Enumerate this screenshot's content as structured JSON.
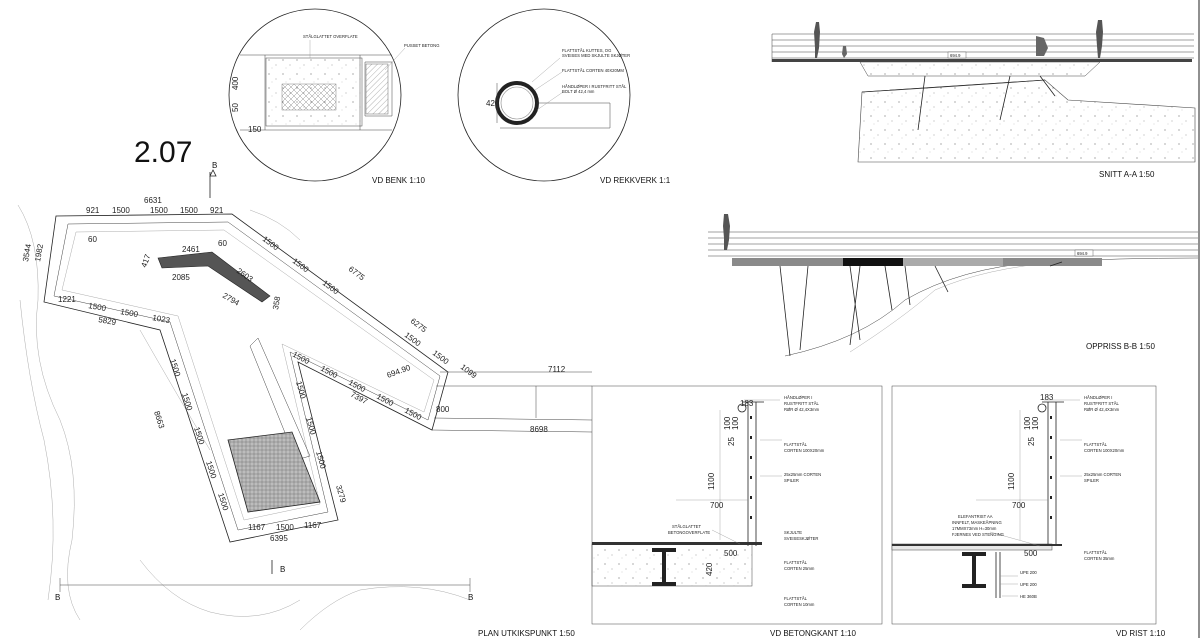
{
  "sheet": {
    "number": "2.07",
    "page_border_color": "#222222"
  },
  "views": {
    "benk": {
      "title": "VD BENK 1:10",
      "notes": [
        "STÅLGLATTET OVERFLATE",
        "PUSSET BETONG"
      ],
      "dims": [
        "400",
        "50",
        "150"
      ]
    },
    "rekkverk": {
      "title": "VD REKKVERK 1:1",
      "notes": [
        "FLATTSTÅL KUTTES, OG",
        "SVEISES MED SKJULTE SKJØTER",
        "FLATTSTÅL CORTEN 40X20MM",
        "HÅNDLØPER I RUSTFRITT STÅL",
        "BOLT Ø 42,4 mm"
      ],
      "dims": [
        "42"
      ]
    },
    "snitt": {
      "title": "SNITT A-A 1:50",
      "tag": "694.9"
    },
    "oppriss": {
      "title": "OPPRISS B-B 1:50",
      "tag": "694.9"
    },
    "plan": {
      "title": "PLAN UTKIKSPUNKT 1:50",
      "section_marker": "B",
      "elevation": "694.90",
      "dims": {
        "total_top": "6631",
        "top_row": [
          "921",
          "1500",
          "1500",
          "1500",
          "921"
        ],
        "left": [
          "3544",
          "1982"
        ],
        "bench_top": "2461",
        "bench_w": "2085",
        "bench_r": "2794",
        "bench_d": "2603",
        "bench_h": "417",
        "mid_left_row": [
          "1221",
          "1500",
          "1500",
          "1023"
        ],
        "mid_left_total": "5829",
        "right_diag": [
          "1500",
          "1500",
          "1500",
          "6775",
          "6275",
          "1500",
          "1500",
          "1099"
        ],
        "inner_diag": [
          "1500",
          "1500",
          "1500",
          "1500",
          "1500",
          "7397",
          "800"
        ],
        "left_arm": [
          "1500",
          "1500",
          "1500",
          "1500",
          "1500",
          "8663"
        ],
        "bottom_row": [
          "1167",
          "1500",
          "1167"
        ],
        "bottom_total": "6395",
        "right_arm": [
          "1500",
          "1500",
          "1500",
          "3279"
        ],
        "ramp_top": "7112",
        "ramp_bottom": "8698",
        "misc": [
          "60",
          "60",
          "358"
        ]
      }
    },
    "betongkant": {
      "title": "VD BETONGKANT 1:10",
      "notes": [
        "HÅNDLØPER I",
        "RUSTFRITT STÅL",
        "RØR Ø 42,4X3mm",
        "FLATTSTÅL",
        "CORTEN 100X20mm",
        "25x25mm CORTEN",
        "SPILER",
        "STÅLGLATTET",
        "BETONGOVERFLATE",
        "SKJULTE",
        "SVEISESKJØTER",
        "FLATTSTÅL",
        "CORTEN 25mm",
        "FLATTSTÅL",
        "CORTEN 10mm"
      ],
      "dims": [
        "183",
        "100",
        "100",
        "25",
        "1100",
        "700",
        "500",
        "420"
      ]
    },
    "rist": {
      "title": "VD RIST 1:10",
      "notes": [
        "HÅNDLØPER I",
        "RUSTFRITT STÅL",
        "RØR Ø 42,4X3mm",
        "FLATTSTÅL",
        "CORTEN 100X20mm",
        "25x25mm CORTEN",
        "SPILER",
        "ELEFANTRIST AA",
        "INNFELT, MASKEÅPNING",
        "17MMX73mm H=30mm",
        "FJERNES VED STENGING",
        "FLATTSTÅL",
        "CORTEN 35mm",
        "UPE 200",
        "UPE 200",
        "HE 360B"
      ],
      "dims": [
        "183",
        "100",
        "100",
        "25",
        "1100",
        "700",
        "500"
      ]
    }
  }
}
